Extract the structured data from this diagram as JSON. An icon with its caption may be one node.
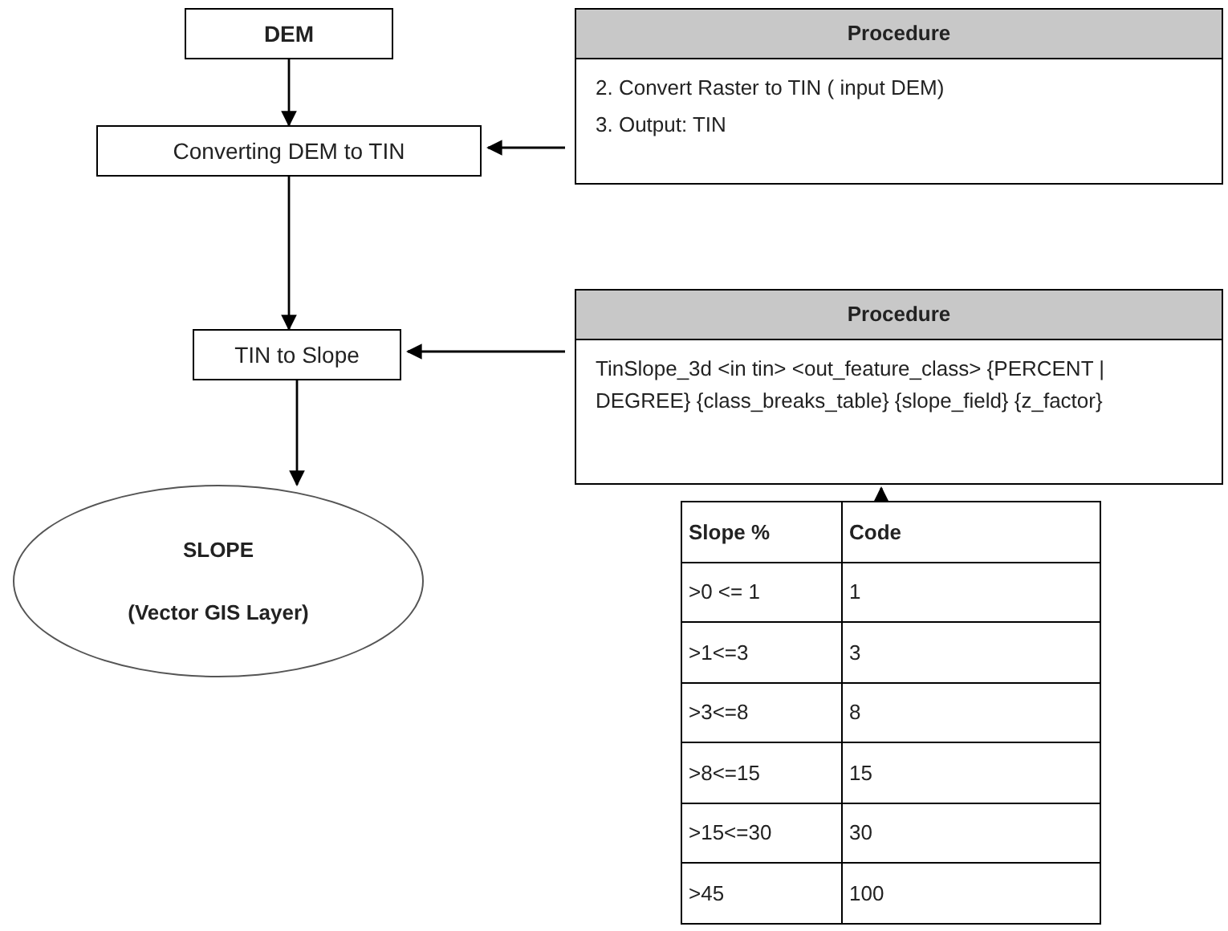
{
  "diagram": {
    "nodes": [
      {
        "text": [
          "DEM"
        ]
      },
      {
        "text": [
          "Converting DEM to TIN"
        ]
      },
      {
        "text": [
          "TIN to Slope"
        ]
      },
      {
        "text": [
          "SLOPE",
          "(Vector GIS Layer)"
        ]
      },
      {
        "text": [
          "Procedure",
          "2. Convert Raster to TIN ( input DEM)",
          "3. Output: TIN"
        ]
      },
      {
        "text": [
          "Procedure",
          "TinSlope_3d <in tin> <out_feature_class> {PERCENT | DEGREE} {class_breaks_table} {slope_field} {z_factor}"
        ]
      },
      {
        "text": [
          "Slope %",
          "Code",
          ">0 <= 1",
          "1",
          ">1<=3",
          "3",
          ">3<=8",
          "8",
          ">8<=15",
          "15",
          ">15<=30",
          "30",
          ">45",
          "100"
        ]
      }
    ],
    "edges": [
      {
        "from": 0,
        "to": 1,
        "arrow": "to"
      },
      {
        "from": 1,
        "to": 2,
        "arrow": "to"
      },
      {
        "from": 2,
        "to": 3,
        "arrow": "to"
      },
      {
        "from": 4,
        "to": 1,
        "arrow": "to"
      },
      {
        "from": 5,
        "to": 2,
        "arrow": "to"
      },
      {
        "from": 6,
        "to": 5,
        "arrow": "to"
      }
    ]
  }
}
